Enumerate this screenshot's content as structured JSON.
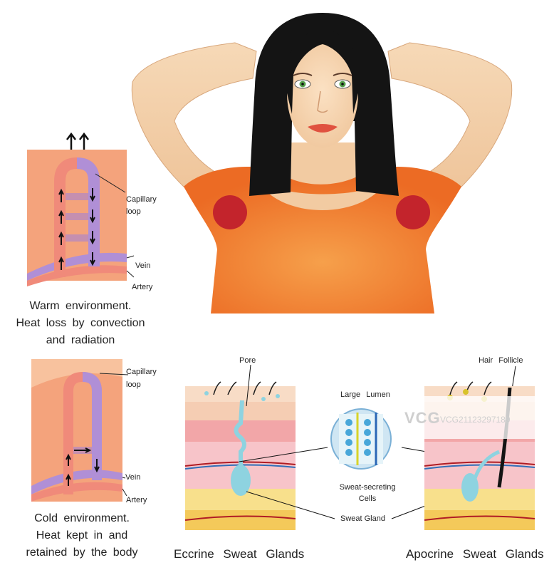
{
  "capillary_warm": {
    "label_capillary": "Capillary loop",
    "label_vein": "Vein",
    "label_artery": "Artery",
    "caption_lines": [
      "Warm  environment.",
      "Heat  loss  by convection",
      "and  radiation"
    ]
  },
  "capillary_cold": {
    "label_capillary": "Capillary loop",
    "label_vein": "Vein",
    "label_artery": "Artery",
    "caption_lines": [
      "Cold  environment.",
      "Heat  kept in  and",
      "retained  by the body"
    ]
  },
  "eccrine": {
    "label_pore": "Pore",
    "label_gland": "Sweat Gland",
    "title": "Eccrine  Sweat  Glands"
  },
  "lumen_detail": {
    "label_lumen": "Large  Lumen",
    "label_cells": "Sweat-secreting Cells"
  },
  "apocrine": {
    "label_follicle": "Hair  Follicle",
    "title": "Apocrine  Sweat  Glands"
  },
  "watermark": {
    "brand": "VCG",
    "id_text": "VCG21123297189"
  },
  "colors": {
    "skin_bg": "#f4a37c",
    "vein": "#9b7fc9",
    "artery": "#f08a7a",
    "shirt": "#ef7a31",
    "sweat_stain": "#c3242c",
    "hair": "#141414"
  }
}
